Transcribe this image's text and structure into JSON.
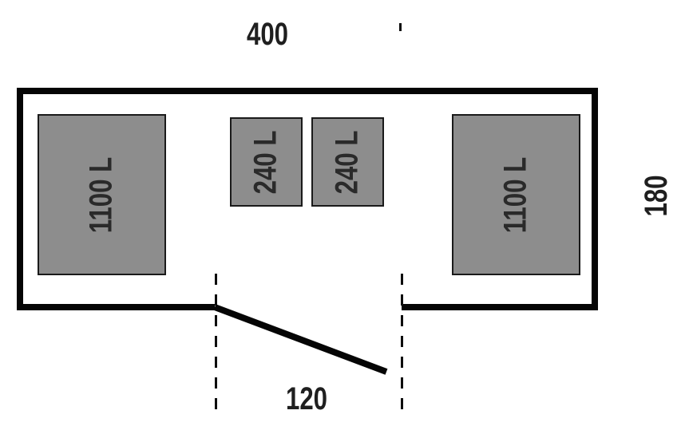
{
  "plan": {
    "dimension_labels": {
      "width": "400",
      "depth": "180",
      "door_width": "120"
    },
    "containers": [
      {
        "label": "1100 L"
      },
      {
        "label": "240 L"
      },
      {
        "label": "240 L"
      },
      {
        "label": "1100 L"
      }
    ],
    "colors": {
      "background": "#ffffff",
      "wall": "#050505",
      "container_fill": "#8d8d8d",
      "container_border": "#1a1a1a",
      "label_text": "#1f1f1f",
      "dash_line": "#0d0d0d"
    }
  }
}
